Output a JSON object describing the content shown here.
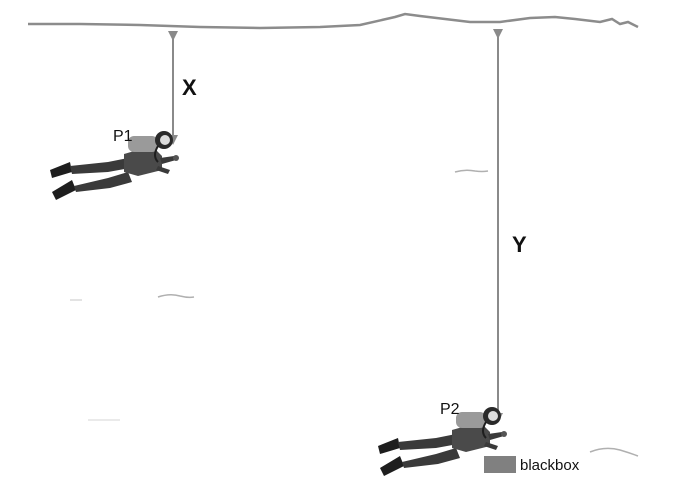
{
  "labels": {
    "distance_x": "X",
    "distance_y": "Y",
    "diver_1": "P1",
    "diver_2": "P2",
    "box": "blackbox"
  },
  "colors": {
    "arrow": "#8a8a8a",
    "surface": "#8c8c8c",
    "diver_body": "#4a4a4a",
    "diver_dark": "#1e1e1e",
    "tank": "#9a9a9a",
    "box": "#808080",
    "ripple": "#b0b0b0"
  },
  "icons": {
    "diver": "scuba-diver-icon"
  }
}
